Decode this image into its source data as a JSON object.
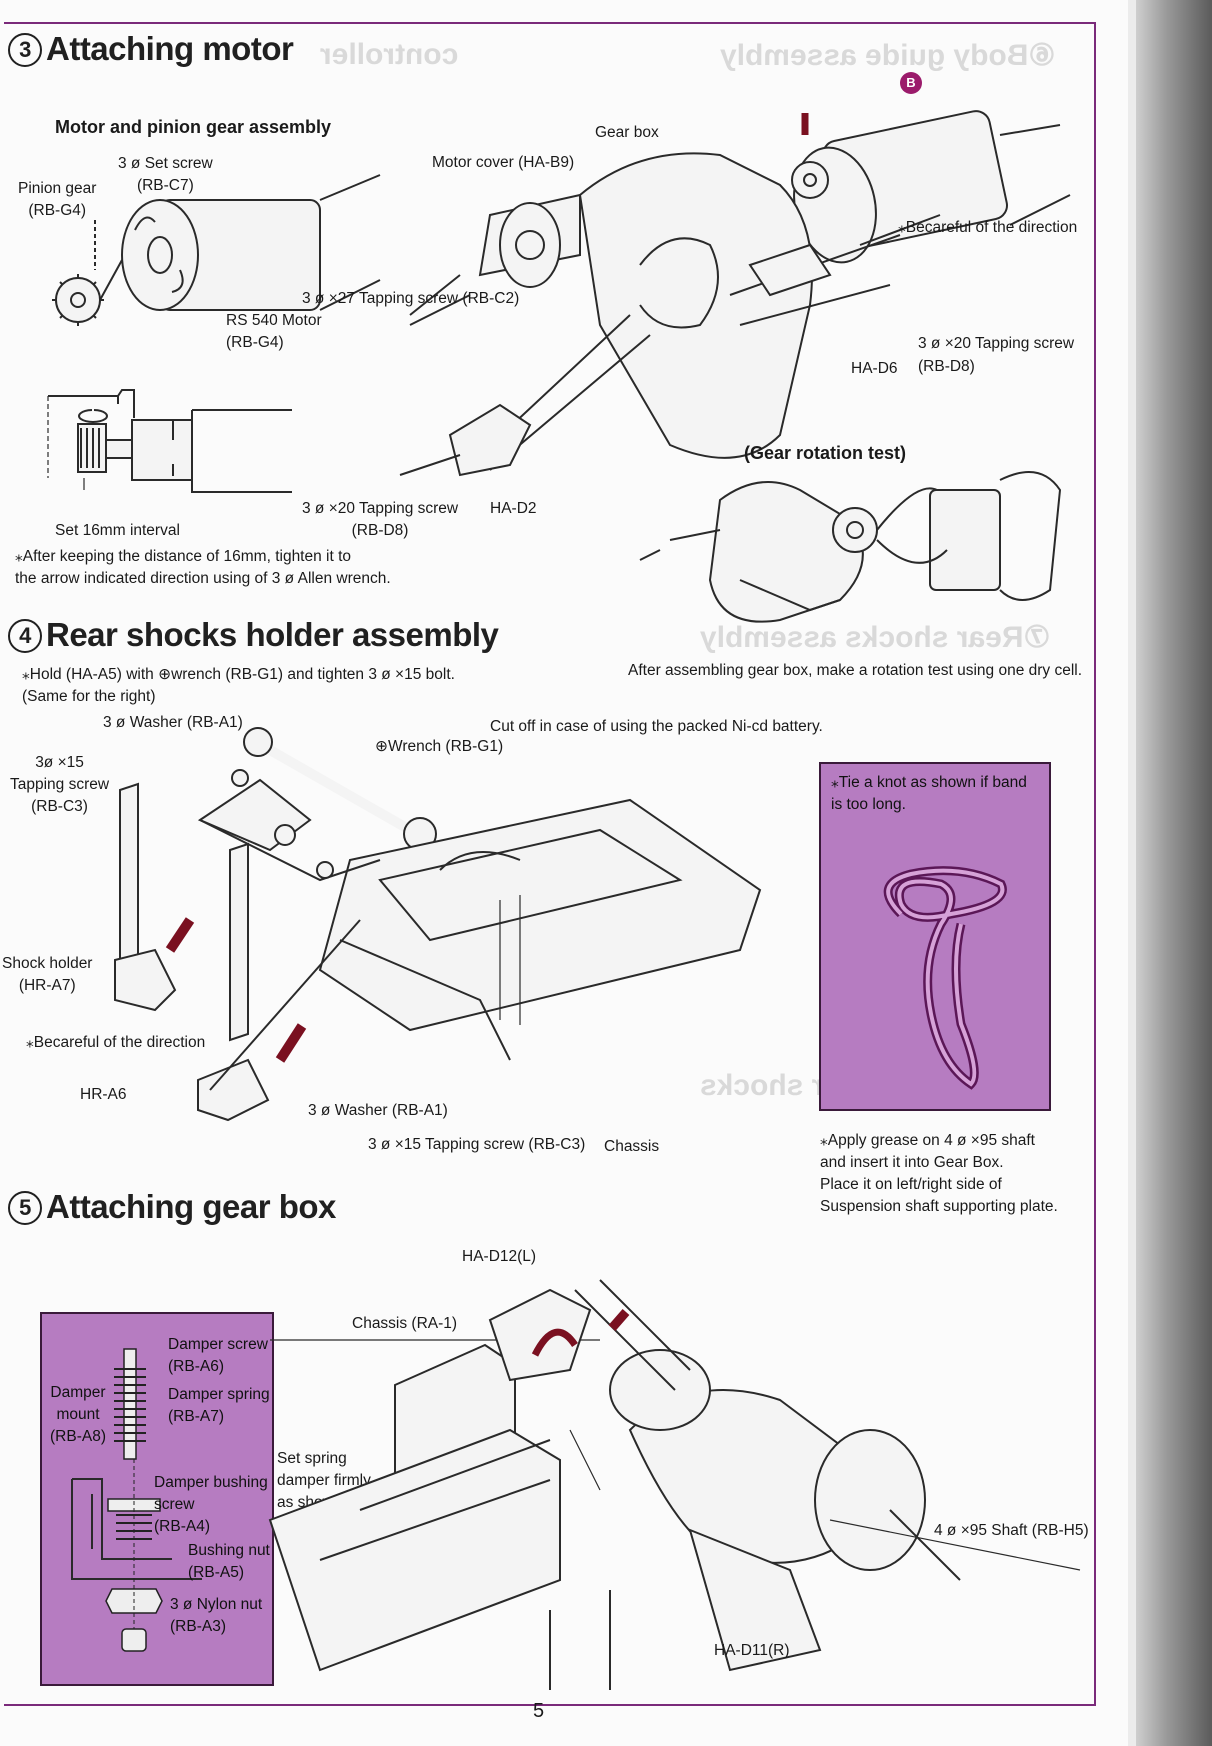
{
  "page_number": "5",
  "sections": {
    "motor": {
      "num": "3",
      "title": "Attaching motor",
      "subtitle": "Motor and pinion gear assembly",
      "labels": {
        "set_screw": "3 ø Set screw\n(RB-C7)",
        "pinion_gear": "Pinion gear\n(RB-G4)",
        "rs540": "RS 540 Motor\n(RB-G4)",
        "gear_box": "Gear box",
        "motor_cover": "Motor cover (HA-B9)",
        "tap27": "3 ø ×27 Tapping screw (RB-C2)",
        "becareful": "⁎Becareful of the direction",
        "tap20_right": "3 ø ×20 Tapping screw",
        "ha_d6": "HA-D6",
        "rb_d8_right": "(RB-D8)",
        "tap20_left": "3 ø ×20 Tapping screw\n(RB-D8)",
        "ha_d2": "HA-D2",
        "set_interval": "Set 16mm interval",
        "note": "⁎After keeping the distance of 16mm, tighten it to\n   the arrow indicated direction using of 3 ø Allen wrench.",
        "gear_test": "(Gear rotation test)",
        "gear_test_note": "After assembling gear box, make a rotation test using one dry cell.",
        "badge_b": "B"
      }
    },
    "rear_shocks": {
      "num": "4",
      "title": "Rear shocks holder assembly",
      "labels": {
        "hold_note": "⁎Hold (HA-A5) with ⊕wrench (RB-G1) and tighten 3 ø ×15 bolt.\n   (Same for the right)",
        "washer_top": "3 ø Washer (RB-A1)",
        "tap15_left": "3ø ×15\nTapping screw\n(RB-C3)",
        "wrench": "⊕Wrench (RB-G1)",
        "cut_off": "Cut off in case of using the packed Ni-cd battery.",
        "shock_holder": "Shock holder\n(HR-A7)",
        "becareful": "⁎Becareful of the direction",
        "hr_a6": "HR-A6",
        "washer_bottom": "3 ø Washer (RB-A1)",
        "tap15_bottom": "3 ø ×15 Tapping screw (RB-C3)",
        "chassis": "Chassis",
        "knot_note": "⁎Tie a knot as shown if band\n   is too long.",
        "grease_note": "⁎Apply grease on 4 ø ×95 shaft\n   and insert it into Gear Box.\n   Place it on left/right side of\n   Suspension shaft supporting plate."
      }
    },
    "gear_box": {
      "num": "5",
      "title": "Attaching gear box",
      "labels": {
        "ha_d12": "HA-D12(L)",
        "chassis": "Chassis (RA-1)",
        "damper_screw": "Damper screw\n(RB-A6)",
        "damper_spring": "Damper spring\n(RB-A7)",
        "damper_mount": "Damper\nmount\n(RB-A8)",
        "damper_bushing": "Damper bushing\n  screw\n  (RB-A4)",
        "bushing_nut": "Bushing nut\n(RB-A5)",
        "nylon_nut": "3 ø Nylon nut\n(RB-A3)",
        "set_spring": "Set spring\ndamper firmly\nas shown.",
        "shaft": "4 ø ×95 Shaft (RB-H5)",
        "ha_d11": "HA-D11(R)"
      }
    }
  },
  "colors": {
    "purple_panel": "#b67cc1",
    "accent": "#9b1b6b",
    "frame": "#7a2a7a"
  }
}
